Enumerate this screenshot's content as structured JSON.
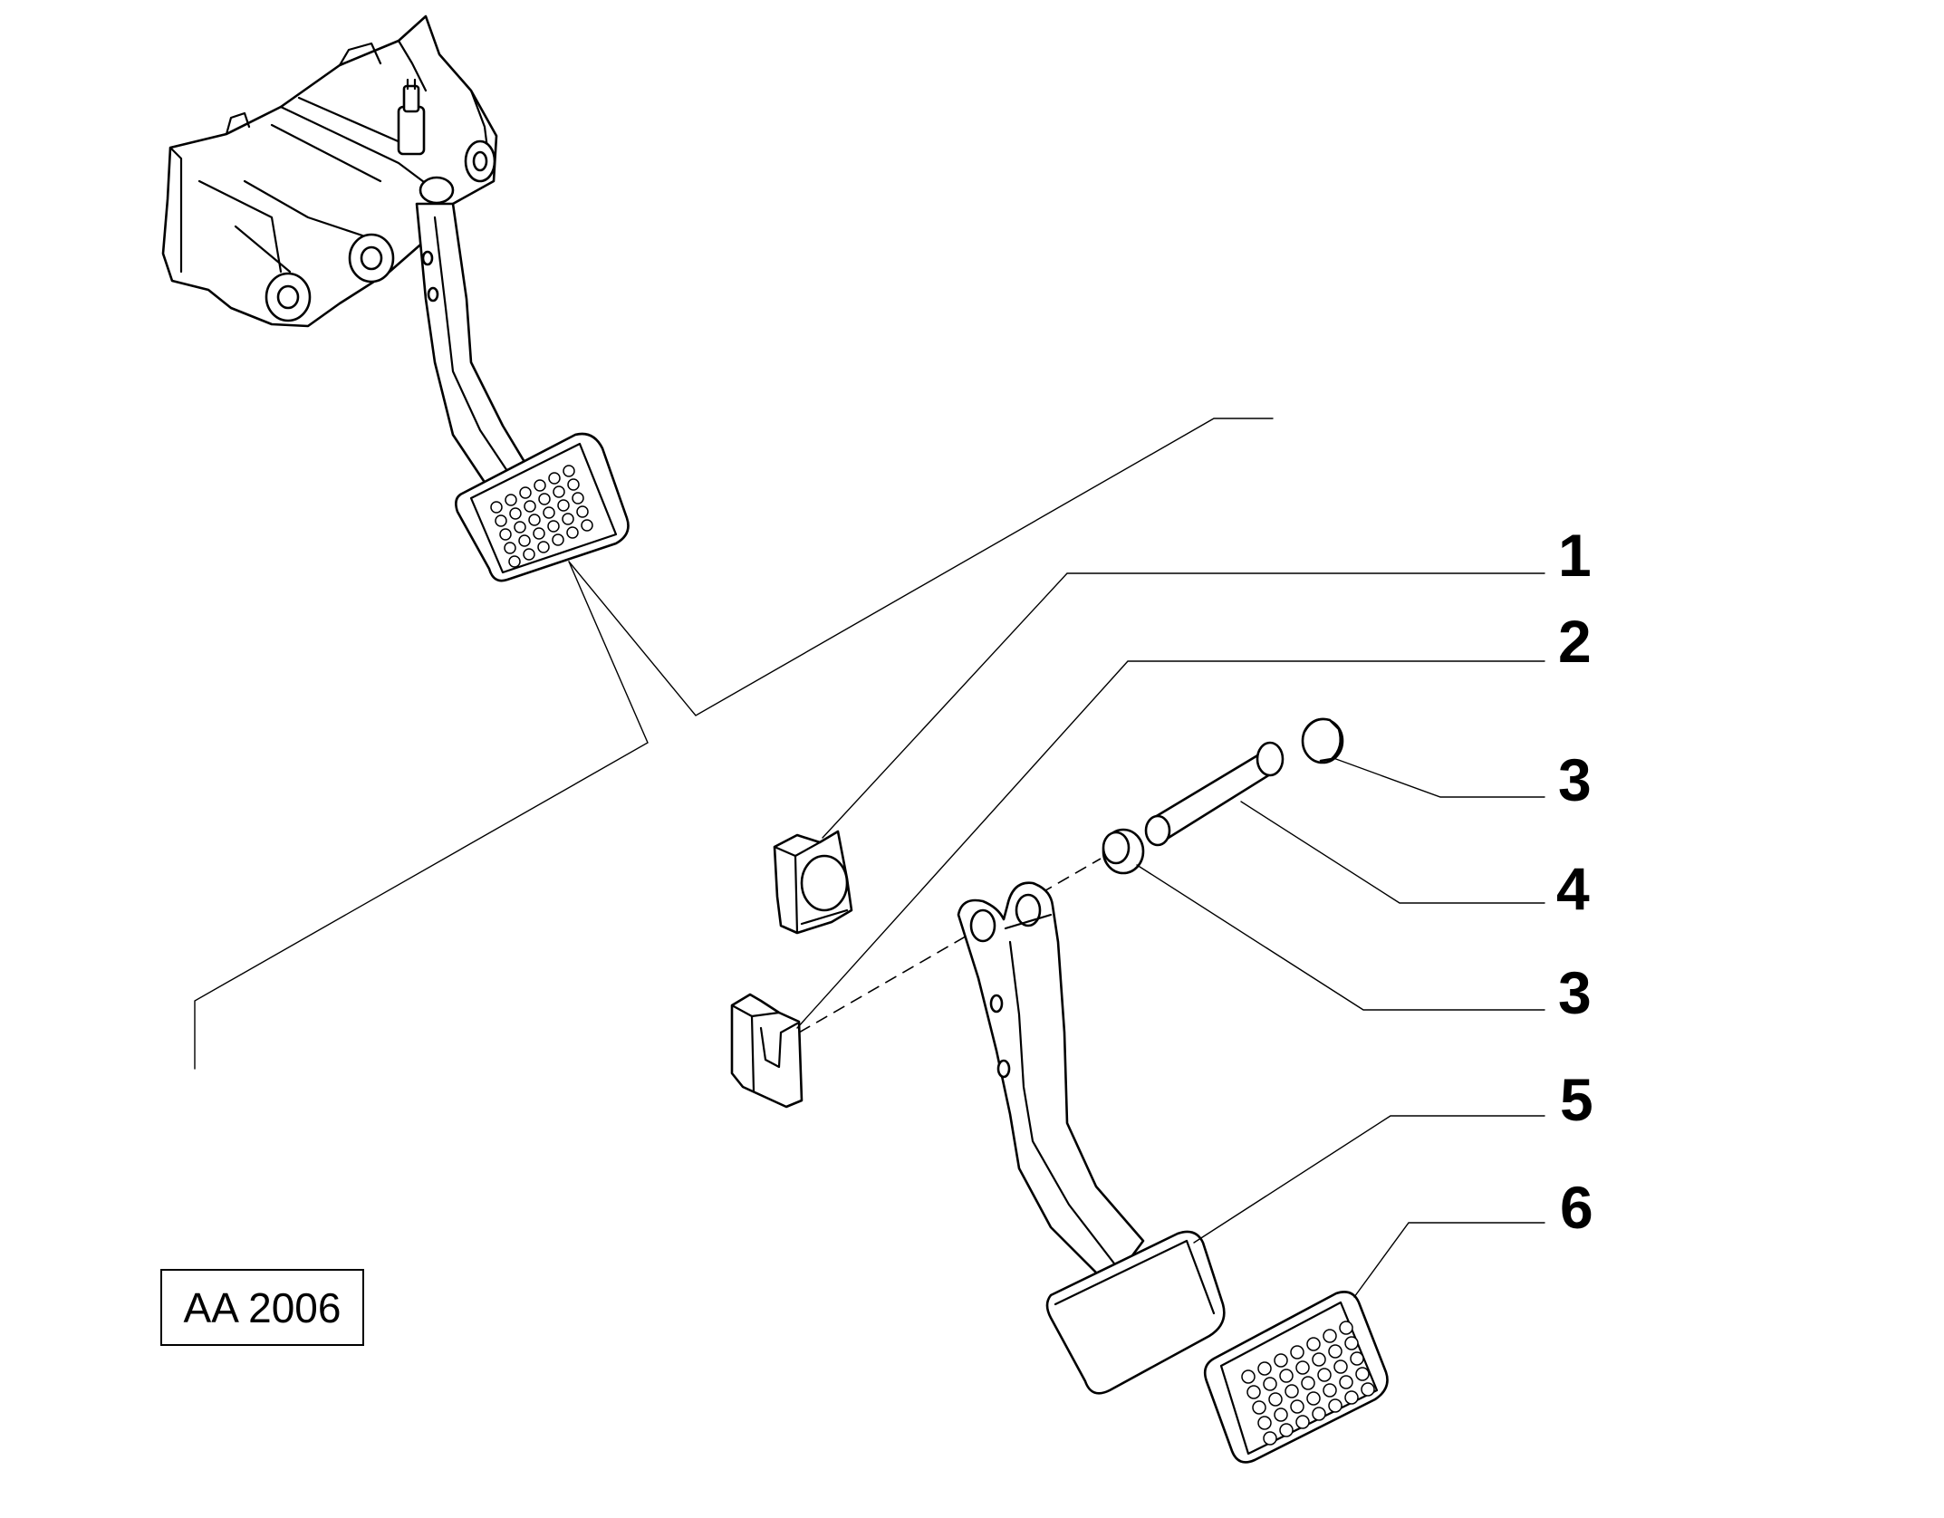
{
  "reference_code": "AA 2006",
  "callouts": [
    {
      "id": "c1",
      "label": "1"
    },
    {
      "id": "c2",
      "label": "2"
    },
    {
      "id": "c3a",
      "label": "3"
    },
    {
      "id": "c4",
      "label": "4"
    },
    {
      "id": "c3b",
      "label": "3"
    },
    {
      "id": "c5",
      "label": "5"
    },
    {
      "id": "c6",
      "label": "6"
    }
  ],
  "icons": {
    "pedal_assembly": "pedal-box-assembly-icon",
    "clip": "retaining-clip-icon",
    "spring_clip": "spring-clip-icon",
    "bushing": "bushing-icon",
    "pivot_pin": "pivot-pin-icon",
    "pedal_lever": "pedal-lever-icon",
    "pedal_pad": "pedal-pad-icon"
  }
}
